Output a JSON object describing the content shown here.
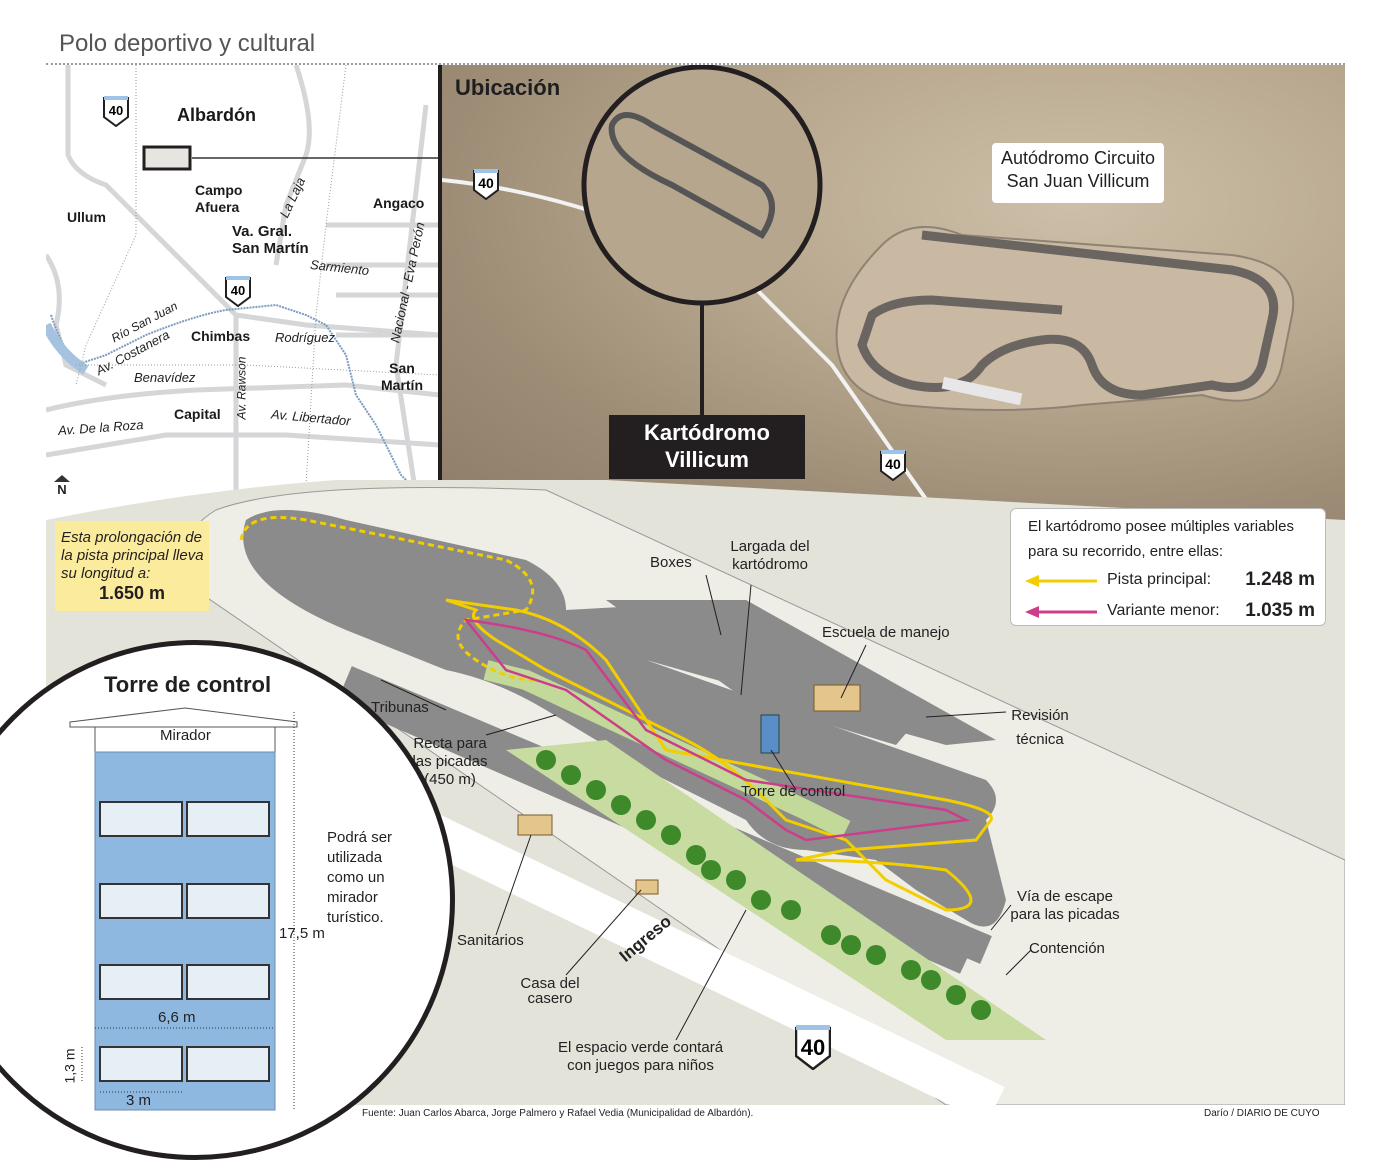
{
  "header": {
    "title": "Polo deportivo y cultural"
  },
  "map": {
    "places": [
      "Albardón",
      "Ullum",
      "Campo Afuera",
      "Angaco",
      "Va. Gral. San Martín",
      "Chimbas",
      "San Martín",
      "Capital"
    ],
    "streets": [
      "La Laja",
      "Sarmiento",
      "Nacional - Eva Perón",
      "Río San Juan",
      "Av. Costanera",
      "Rodríguez",
      "Benavídez",
      "Av. Rawson",
      "Av. Libertador",
      "Av. De la Roza"
    ],
    "route": "40",
    "north": "N"
  },
  "satellite": {
    "title": "Ubicación",
    "circuit_label": "Autódromo Circuito San Juan Villicum",
    "kart_label": "Kartódromo Villicum",
    "route": "40"
  },
  "legend": {
    "intro": "El kartódromo posee múltiples variables para su recorrido, entre ellas:",
    "items": [
      {
        "label": "Pista principal:",
        "value": "1.248 m",
        "color": "#f2cd00"
      },
      {
        "label": "Variante menor:",
        "value": "1.035 m",
        "color": "#cc3d8a"
      }
    ]
  },
  "extension_note": {
    "text": "Esta prolongación de la pista principal lleva su longitud a:",
    "value": "1.650 m"
  },
  "labels": {
    "boxes": "Boxes",
    "largada": "Largada del kartódromo",
    "escuela": "Escuela de manejo",
    "revision": "Revisión técnica",
    "tribunas": "Tribunas",
    "recta": "Recta para las picadas (450 m)",
    "torre": "Torre de control",
    "via_escape": "Vía de escape para las picadas",
    "contencion": "Contención",
    "sanitarios": "Sanitarios",
    "casa": "Casa del casero",
    "ingreso": "Ingreso",
    "espacio": "El espacio verde contará con juegos para niños",
    "route": "40"
  },
  "tower": {
    "title": "Torre de control",
    "mirador": "Mirador",
    "note": "Podrá ser utilizada como un mirador turístico.",
    "height": "17,5 m",
    "width": "6,6 m",
    "floor": "1,3 m",
    "window": "3 m"
  },
  "footer": {
    "source": "Fuente: Juan Carlos Abarca, Jorge Palmero y Rafael Vedia (Municipalidad de Albardón).",
    "credit": "Darío / DIARIO DE CUYO"
  }
}
